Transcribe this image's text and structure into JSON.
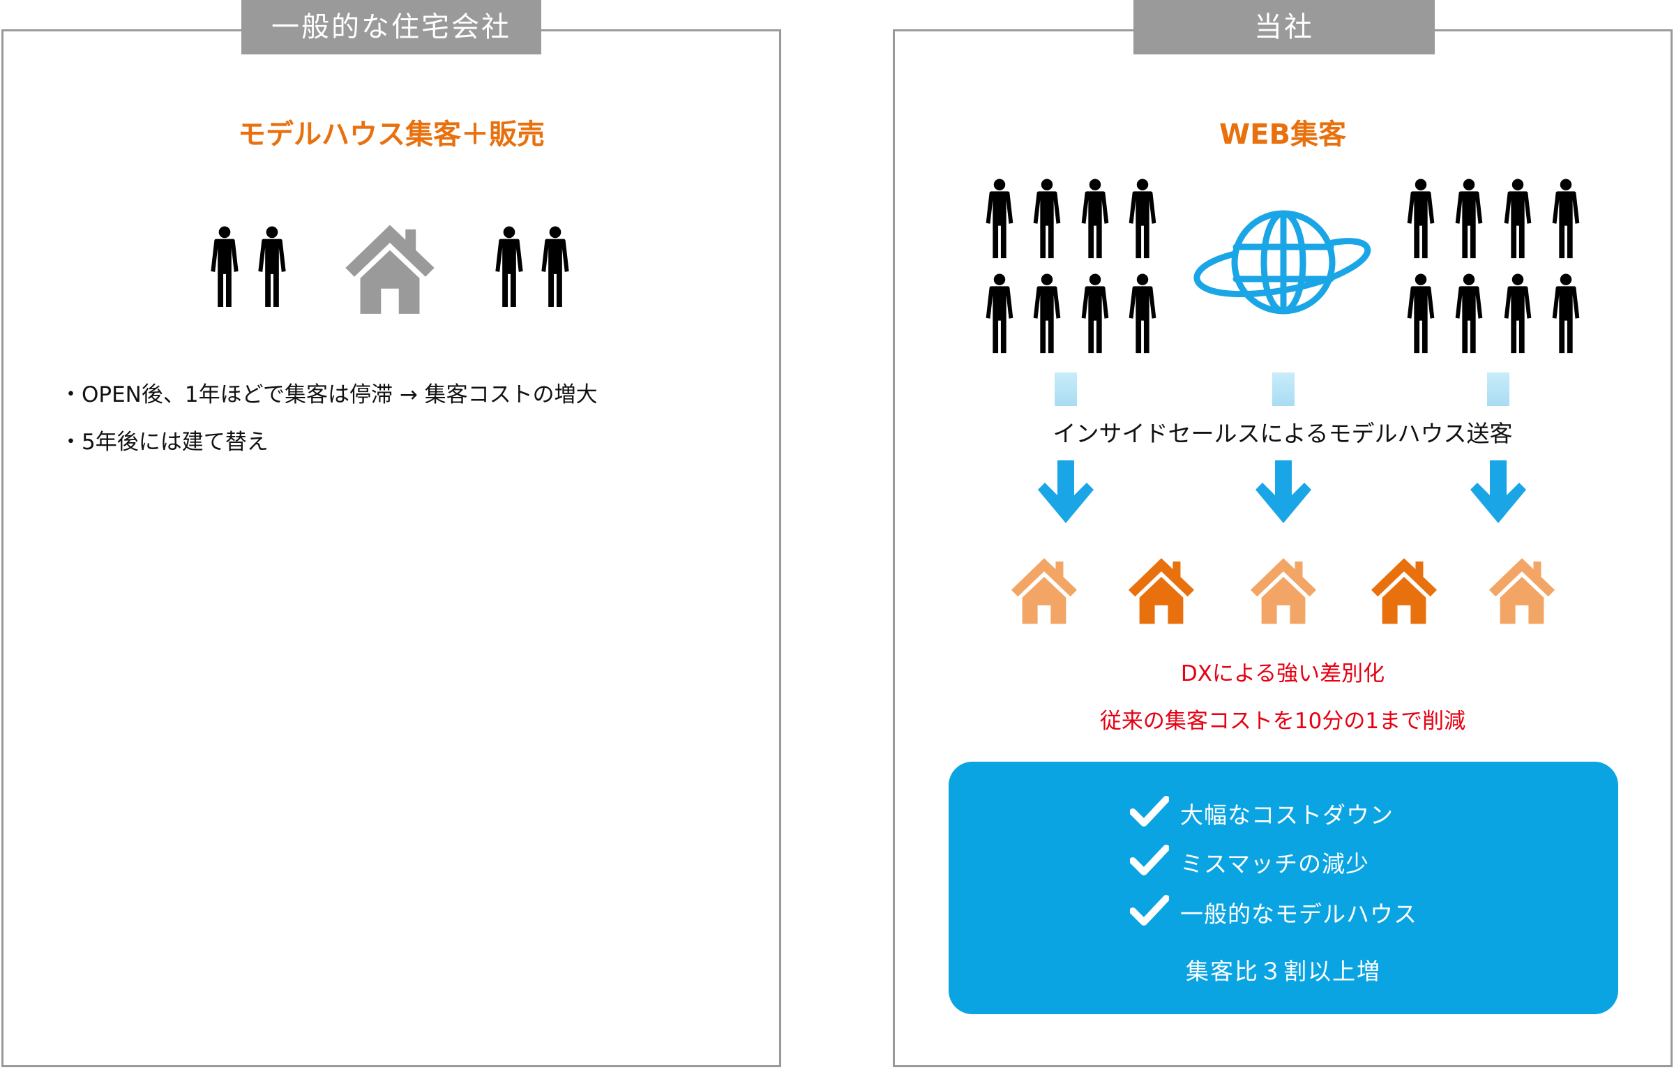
{
  "left_panel": {
    "tab_label": "一般的な住宅会社",
    "heading": "モデルハウス集客＋販売",
    "bullets": [
      "・OPEN後、1年ほどで集客は停滞 → 集客コストの増大",
      "・5年後には建て替え"
    ]
  },
  "right_panel": {
    "tab_label": "当社",
    "heading": "WEB集客",
    "flow_label": "インサイドセールスによるモデルハウス送客",
    "highlight_lines": [
      "DXによる強い差別化",
      "従来の集客コストを10分の1まで削減"
    ],
    "benefits": [
      "大幅なコストダウン",
      "ミスマッチの減少",
      "一般的なモデルハウス"
    ],
    "benefit_summary": "集客比３割以上増"
  },
  "icons": {
    "person": "person-icon",
    "house": "house-icon",
    "globe": "globe-icon",
    "arrow": "arrow-down-icon",
    "check": "check-icon"
  },
  "colors": {
    "tab_bg": "#9a9a9a",
    "heading_orange": "#e8710e",
    "house_light": "#f3a565",
    "house_dark": "#e8710e",
    "house_gray": "#9a9a9a",
    "accent_blue": "#0ba4e3",
    "arrow_blue": "#1aa5e6",
    "stem_light_blue": "#b6e3f7",
    "highlight_red": "#e60012"
  }
}
